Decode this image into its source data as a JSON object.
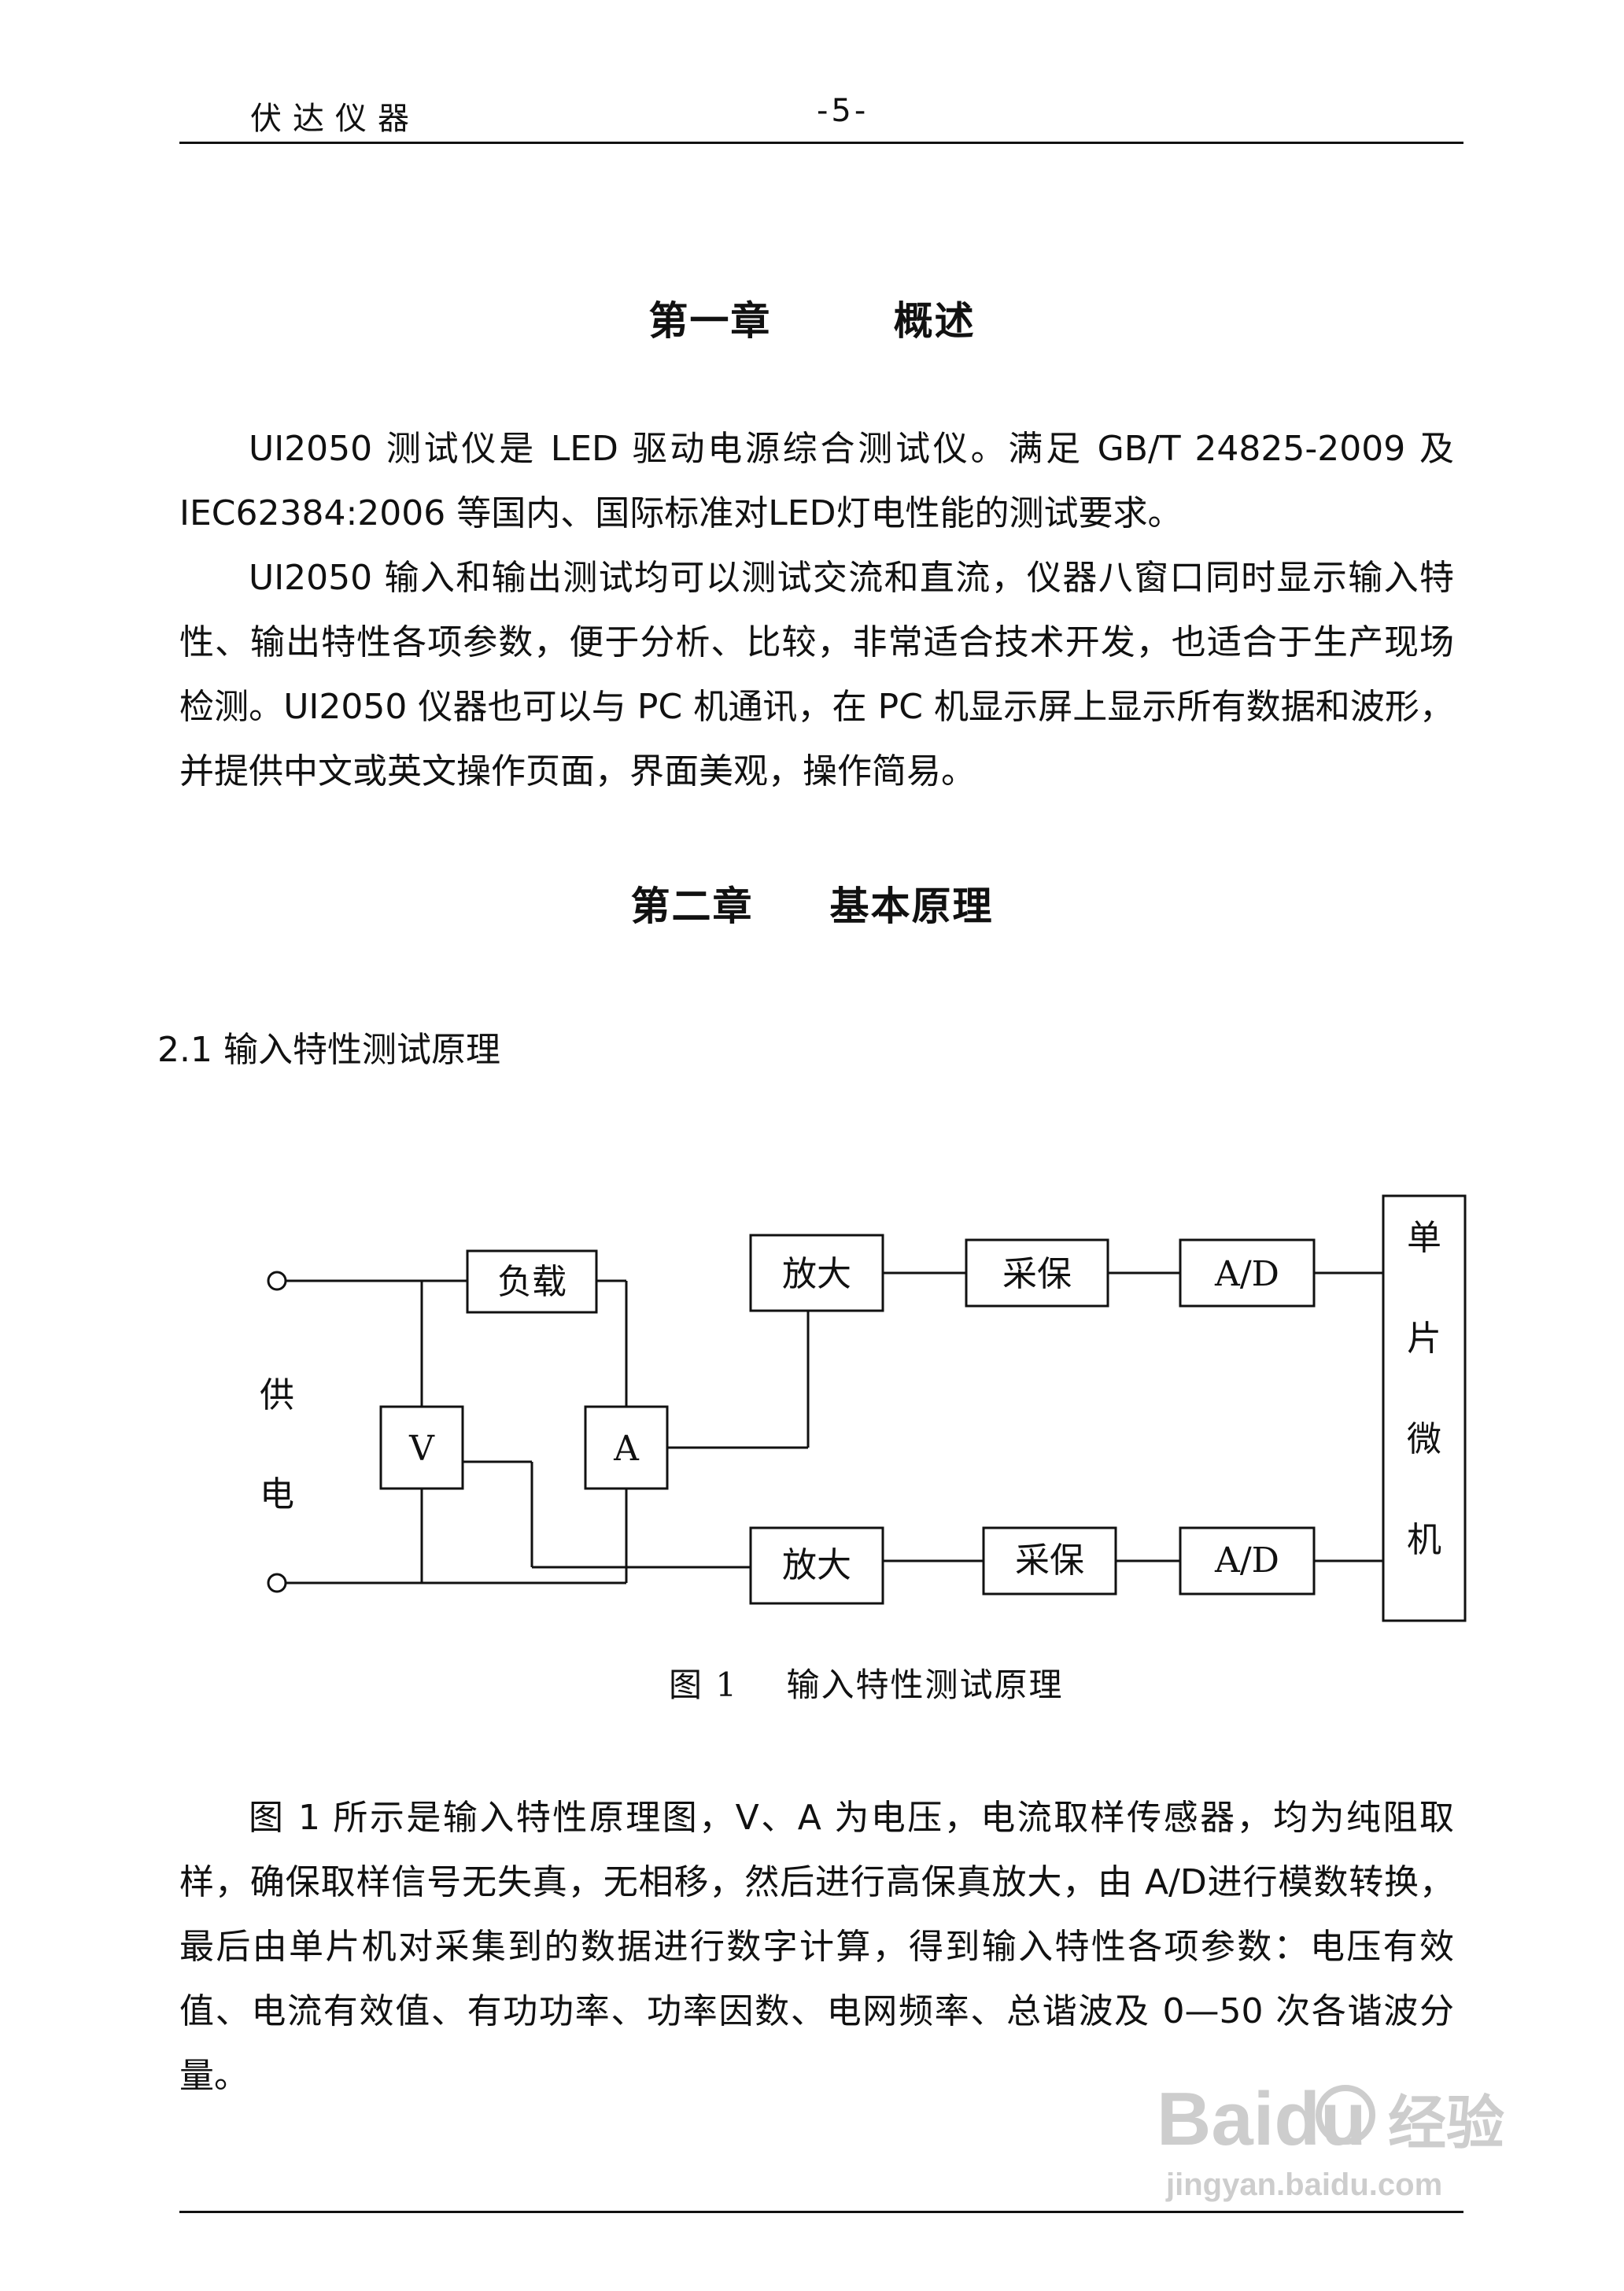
{
  "header": {
    "company": "伏达仪器",
    "page_number": "-5-"
  },
  "chapter1": {
    "title": "第一章        概述",
    "paragraphs": [
      "UI2050 测试仪是 LED 驱动电源综合测试仪。满足 GB/T 24825-2009 及 IEC62384:2006 等国内、国际标准对LED灯电性能的测试要求。",
      "UI2050 输入和输出测试均可以测试交流和直流，仪器八窗口同时显示输入特性、输出特性各项参数，便于分析、比较，非常适合技术开发，也适合于生产现场检测。UI2050 仪器也可以与 PC 机通讯，在 PC 机显示屏上显示所有数据和波形，并提供中文或英文操作页面，界面美观，操作简易。"
    ]
  },
  "chapter2": {
    "title": "第二章     基本原理",
    "section": "2.1 输入特性测试原理",
    "diagram": {
      "supply_chars": [
        "供",
        "电"
      ],
      "load": "负载",
      "voltmeter": "V",
      "ammeter": "A",
      "amp_top": "放大",
      "sh_top": "采保",
      "ad_top": "A/D",
      "amp_bottom": "放大",
      "sh_bottom": "采保",
      "ad_bottom": "A/D",
      "mcu_chars": [
        "单",
        "片",
        "微",
        "机"
      ]
    },
    "figure_caption": "图 1    输入特性测试原理",
    "paragraph": "图 1 所示是输入特性原理图，V、A 为电压，电流取样传感器，均为纯阻取样，确保取样信号无失真，无相移，然后进行高保真放大，由 A/D进行模数转换，最后由单片机对采集到的数据进行数字计算，得到输入特性各项参数：电压有效值、电流有效值、有功功率、功率因数、电网频率、总谐波及 0—50 次各谐波分量。"
  },
  "watermark": {
    "brand": "Baidu",
    "service": "经验",
    "url": "jingyan.baidu.com"
  }
}
